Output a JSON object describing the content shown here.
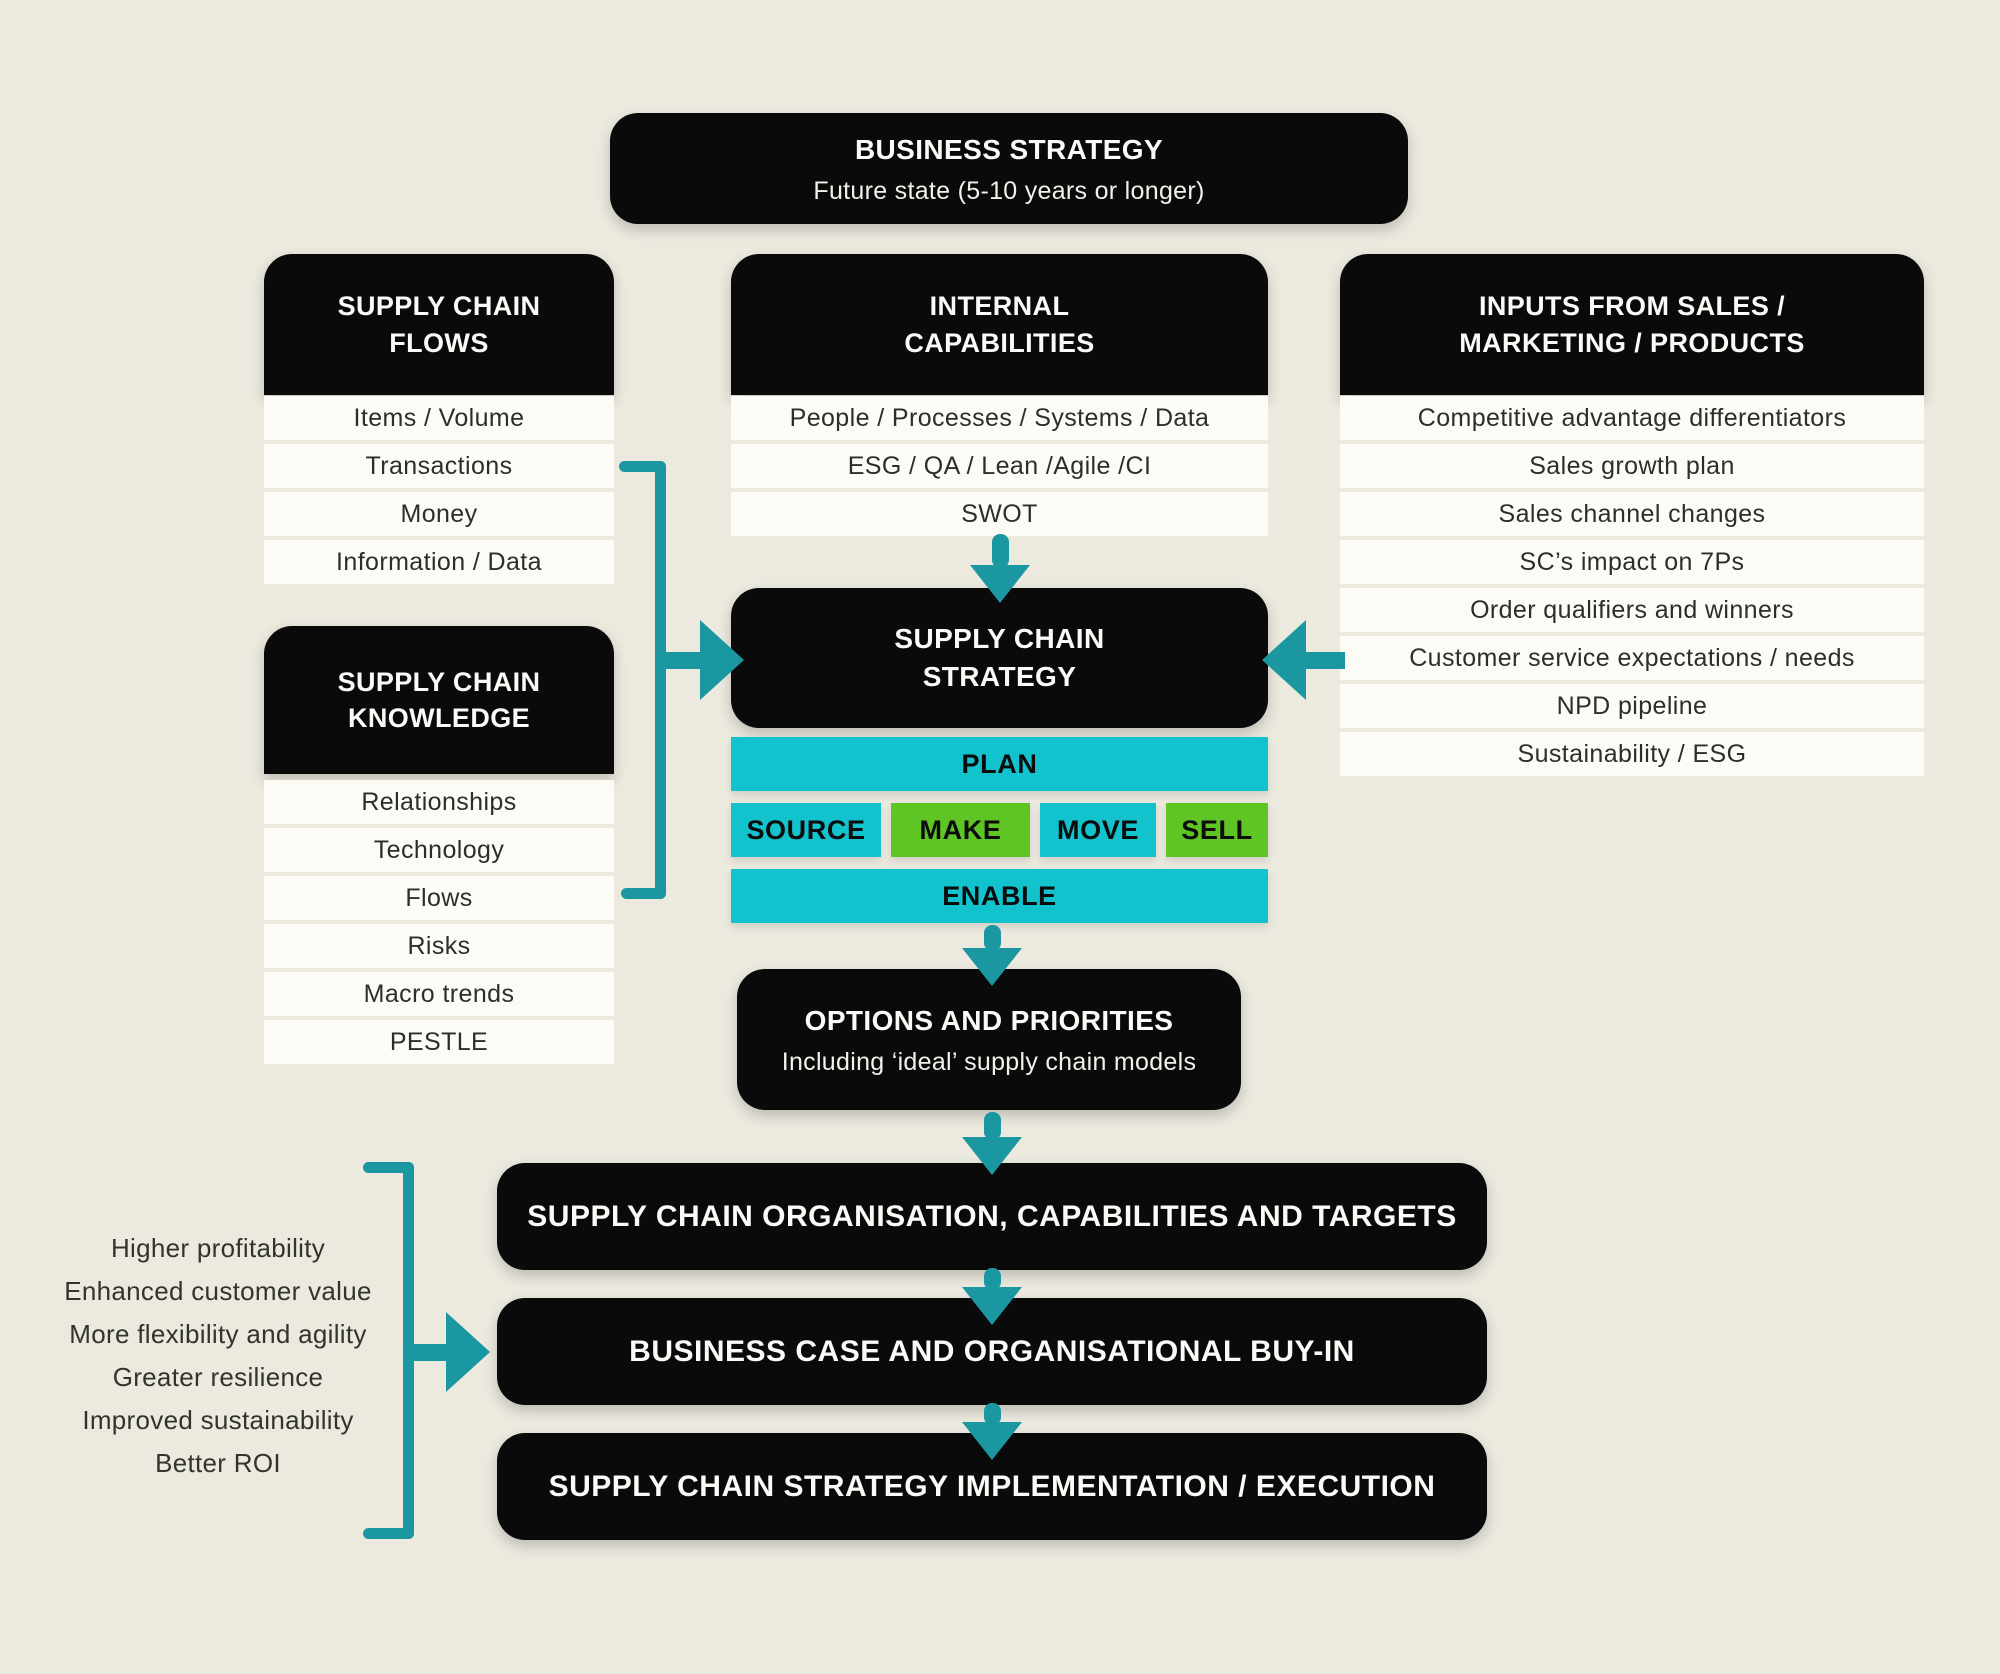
{
  "palette": {
    "background": "#eceadf",
    "box_black": "#0a0a0a",
    "row_white": "#fcfbf6",
    "cyan": "#12c2cc",
    "green": "#5ec524",
    "teal_connector": "#1b97a2"
  },
  "business_strategy": {
    "title": "BUSINESS STRATEGY",
    "subtitle": "Future state (5-10 years or longer)"
  },
  "supply_chain_flows": {
    "title": "SUPPLY CHAIN\nFLOWS",
    "items": [
      "Items / Volume",
      "Transactions",
      "Money",
      "Information / Data"
    ]
  },
  "internal_capabilities": {
    "title": "INTERNAL\nCAPABILITIES",
    "items": [
      "People / Processes / Systems / Data",
      "ESG / QA / Lean /Agile /CI",
      "SWOT"
    ]
  },
  "inputs_sales": {
    "title": "INPUTS FROM SALES /\nMARKETING / PRODUCTS",
    "items": [
      "Competitive advantage differentiators",
      "Sales growth plan",
      "Sales channel changes",
      "SC’s impact on 7Ps",
      "Order qualifiers and winners",
      "Customer service expectations / needs",
      "NPD pipeline",
      "Sustainability / ESG"
    ]
  },
  "supply_chain_knowledge": {
    "title": "SUPPLY CHAIN\nKNOWLEDGE",
    "items": [
      "Relationships",
      "Technology",
      "Flows",
      "Risks",
      "Macro trends",
      "PESTLE"
    ]
  },
  "strategy": {
    "title": "SUPPLY CHAIN\nSTRATEGY",
    "plan": "PLAN",
    "source": "SOURCE",
    "make": "MAKE",
    "move": "MOVE",
    "sell": "SELL",
    "enable": "ENABLE"
  },
  "options": {
    "title": "OPTIONS AND PRIORITIES",
    "subtitle": "Including ‘ideal’ supply chain models"
  },
  "organisation": {
    "label": "SUPPLY CHAIN ORGANISATION, CAPABILITIES AND TARGETS"
  },
  "business_case": {
    "label": "BUSINESS CASE AND ORGANISATIONAL BUY-IN"
  },
  "implementation": {
    "label": "SUPPLY CHAIN STRATEGY IMPLEMENTATION / EXECUTION"
  },
  "benefits": {
    "items": [
      "Higher profitability",
      "Enhanced customer value",
      "More flexibility and agility",
      "Greater resilience",
      "Improved sustainability",
      "Better ROI"
    ]
  }
}
